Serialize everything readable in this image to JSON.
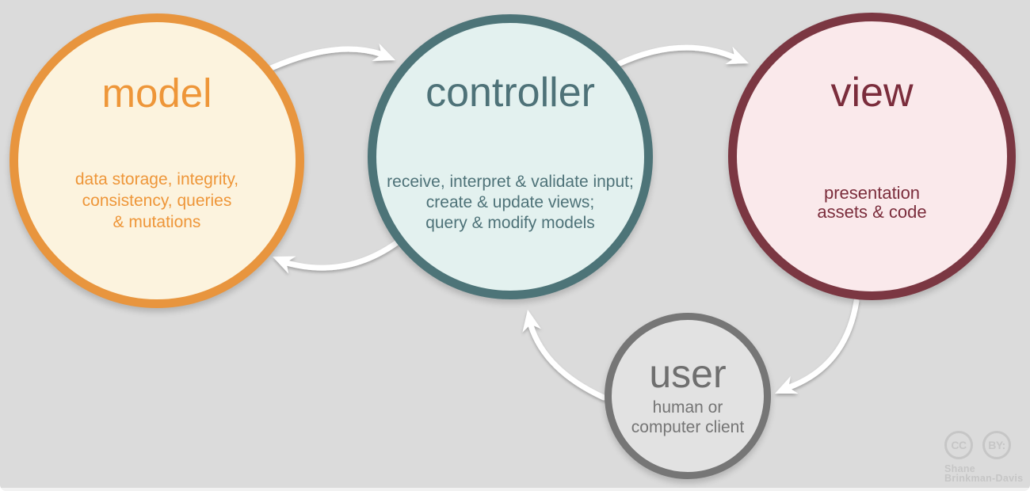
{
  "background_color": "#DBDBDB",
  "arrow_color": "#FFFFFF",
  "nodes": {
    "model": {
      "title": "model",
      "lines": [
        "data storage, integrity,",
        "consistency, queries",
        "& mutations"
      ],
      "border_color": "#E8953E",
      "fill_color": "#FCF3DE",
      "text_color": "#EE9639"
    },
    "controller": {
      "title": "controller",
      "lines": [
        "receive, interpret & validate input;",
        "create & update views;",
        "query & modify models"
      ],
      "border_color": "#4D7478",
      "fill_color": "#E3F1EF",
      "text_color": "#4E7278"
    },
    "view": {
      "title": "view",
      "lines": [
        "presentation",
        "assets & code"
      ],
      "border_color": "#7B3742",
      "fill_color": "#FAE9EB",
      "text_color": "#7B2D3C"
    },
    "user": {
      "title": "user",
      "lines": [
        "human or",
        "computer client"
      ],
      "border_color": "#767676",
      "fill_color": "#E2E2E2",
      "text_color": "#757575"
    }
  },
  "arrows": [
    {
      "from": "model",
      "to": "controller"
    },
    {
      "from": "controller",
      "to": "view"
    },
    {
      "from": "controller",
      "to": "model"
    },
    {
      "from": "view",
      "to": "user"
    },
    {
      "from": "user",
      "to": "controller"
    }
  ],
  "attribution": {
    "badge_cc": "CC",
    "badge_by": "BY:",
    "name_line1": "Shane",
    "name_line2": "Brinkman-Davis",
    "color": "#C6C6C6"
  }
}
